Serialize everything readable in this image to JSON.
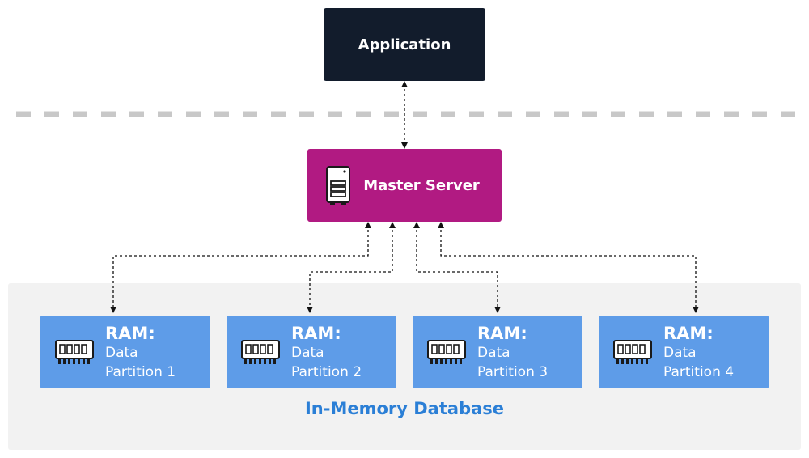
{
  "application": {
    "label": "Application"
  },
  "master_server": {
    "label": "Master Server"
  },
  "database": {
    "label": "In-Memory Database"
  },
  "partitions": [
    {
      "title": "RAM:",
      "line1": "Data",
      "line2": "Partition 1"
    },
    {
      "title": "RAM:",
      "line1": "Data",
      "line2": "Partition 2"
    },
    {
      "title": "RAM:",
      "line1": "Data",
      "line2": "Partition 3"
    },
    {
      "title": "RAM:",
      "line1": "Data",
      "line2": "Partition 4"
    }
  ],
  "colors": {
    "application_bg": "#121c2c",
    "master_bg": "#b11a82",
    "ram_bg": "#5e9ce8",
    "db_panel_bg": "#f2f2f2",
    "db_label": "#2b7fd6",
    "divider": "#c8c8c8"
  },
  "icons": {
    "master": "server-icon",
    "ram": "memory-chip-icon"
  }
}
